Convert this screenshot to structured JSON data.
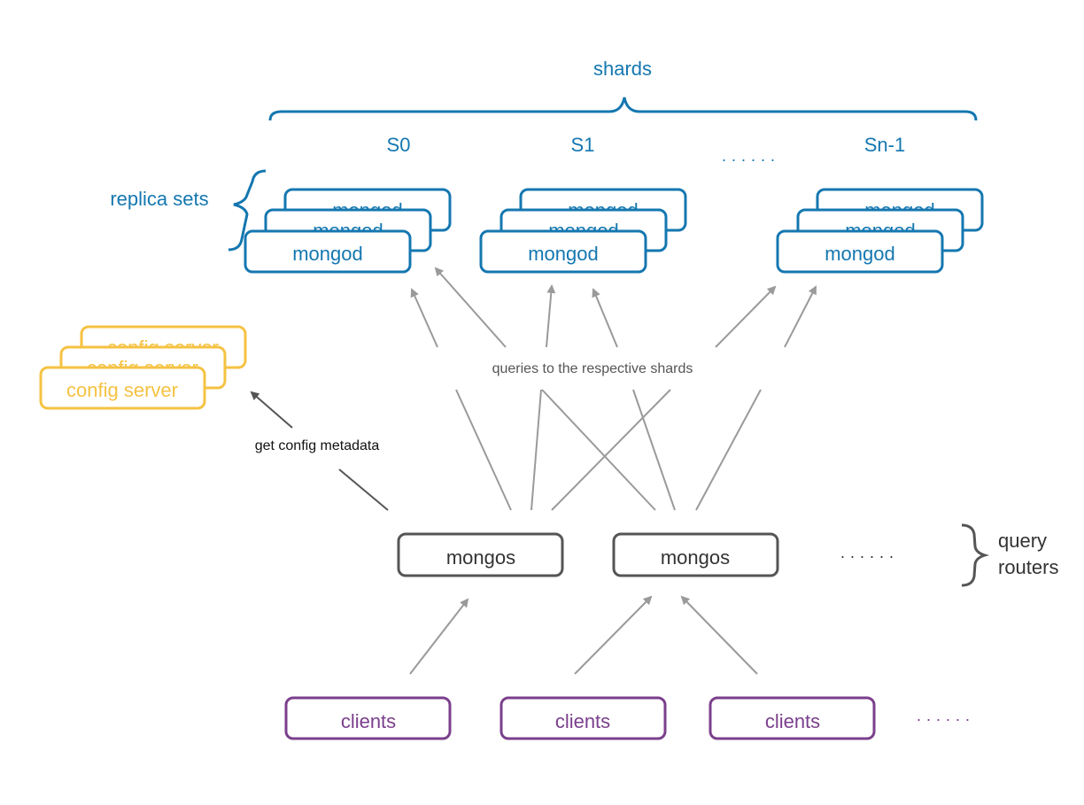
{
  "colors": {
    "shard_blue": "#1477b0",
    "config_gold": "#f5c242",
    "router_dark": "#555555",
    "client_purple": "#7b3f8c",
    "arrow_gray": "#9a9a9a"
  },
  "shards": {
    "title": "shards",
    "replica_label": "replica sets",
    "ellipsis": "· · · · · ·",
    "items": [
      {
        "label": "S0",
        "node": "mongod"
      },
      {
        "label": "S1",
        "node": "mongod"
      },
      {
        "label": "Sn-1",
        "node": "mongod"
      }
    ]
  },
  "config": {
    "node": "config server",
    "edge_label": "get config metadata"
  },
  "queries_label": "queries to the respective shards",
  "routers": {
    "node": "mongos",
    "group_label_line1": "query",
    "group_label_line2": "routers",
    "ellipsis": "· · · · · ·"
  },
  "clients": {
    "node": "clients",
    "ellipsis": "· · · · · ·"
  }
}
